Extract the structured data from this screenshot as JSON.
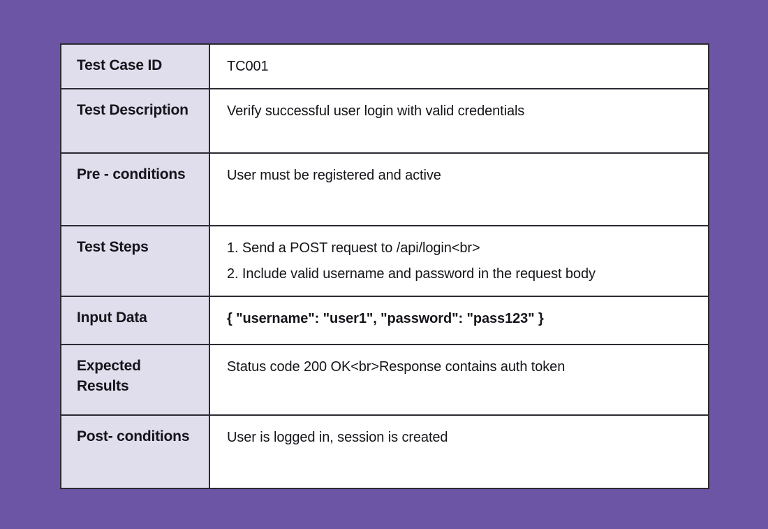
{
  "background": {
    "color": "#6B55A4"
  },
  "table": {
    "name": "test-case-specification-table",
    "border_color": "#2B2B33",
    "label_column_bg": "#E0DDEC",
    "value_column_bg": "#FFFFFF",
    "text_color": "#15141A",
    "rows": [
      {
        "key": "test-case-id",
        "label": "Test Case ID",
        "value_lines": [
          "TC001"
        ],
        "value_bold": false
      },
      {
        "key": "test-description",
        "label": "Test Description",
        "value_lines": [
          "Verify successful user login with valid credentials"
        ],
        "value_bold": false
      },
      {
        "key": "pre-conditions",
        "label": "Pre - conditions",
        "value_lines": [
          "User must be registered and active"
        ],
        "value_bold": false
      },
      {
        "key": "test-steps",
        "label": "Test Steps",
        "value_lines": [
          "1. Send a POST request to /api/login<br>",
          "2. Include valid username and password in the request body"
        ],
        "value_bold": false
      },
      {
        "key": "input-data",
        "label": "Input Data",
        "value_lines": [
          "{ \"username\": \"user1\", \"password\": \"pass123\" }"
        ],
        "value_bold": true
      },
      {
        "key": "expected-results",
        "label": "Expected Results",
        "value_lines": [
          "Status code 200 OK<br>Response contains auth token"
        ],
        "value_bold": false
      },
      {
        "key": "post-conditions",
        "label": "Post- conditions",
        "value_lines": [
          "User is logged in, session is created"
        ],
        "value_bold": false
      }
    ]
  }
}
